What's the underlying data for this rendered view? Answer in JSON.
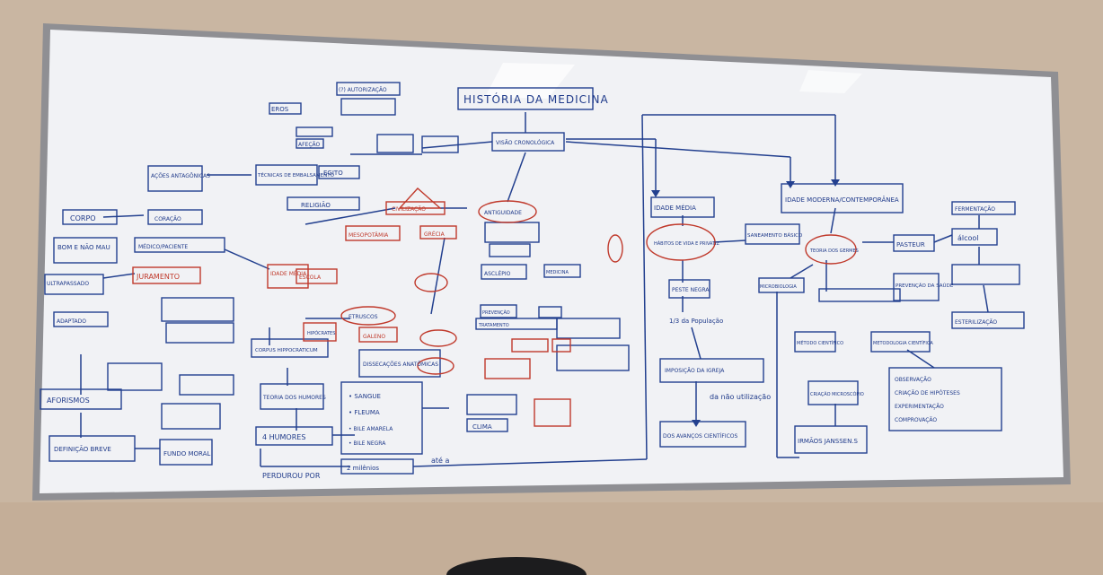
{
  "board": {
    "title": "HISTÓRIA DA MEDICINA",
    "left_nodes": {
      "eros": "EROS",
      "autorizacao": "(?) AUTORIZAÇÃO",
      "afecao": "AFEÇÃO",
      "visao": "VISÃO CRONOLÓGICA",
      "acoes_antagonicas": "AÇÕES ANTAGÔNICAS",
      "tecnicas": "TÉCNICAS DE EMBALSAMENTO",
      "egito": "EGITO",
      "religiao": "RELIGIÃO",
      "corpo": "CORPO",
      "coracao": "CORAÇÃO",
      "civilizacao": "CIVILIZAÇÃO",
      "antiguidade": "ANTIGUIDADE",
      "bom_mau": "BOM E NÃO MAU",
      "medico_paciente": "MÉDICO/PACIENTE",
      "mesopotamia": "MESOPOTÂMIA",
      "grecia": "GRÉCIA",
      "ultrapassado": "ULTRAPASSADO",
      "juramento": "JURAMENTO",
      "idade_media_red": "IDADE MÉDIA",
      "escola": "ESCOLA",
      "hipocrates": "HIPÓCRATES",
      "etruscos": "ETRUSCOS",
      "corpus": "CORPUS HIPPOCRATICUM",
      "galeno": "GALENO",
      "aforismos": "AFORISMOS",
      "definicao": "DEFINIÇÃO BREVE",
      "fundo_moral": "FUNDO MORAL",
      "teoria_humores": "TEORIA DOS HUMORES",
      "quatro_humores": "4 HUMORES",
      "sangue": "• SANGUE",
      "fleuma": "• FLEUMA",
      "bile_amarela": "• BILE AMARELA",
      "bile_negra": "• BILE NEGRA",
      "clima": "CLIMA",
      "adaptado": "ADAPTADO",
      "dissecacoes": "DISSECAÇÕES ANATÔMICAS",
      "perdurou": "PERDUROU POR",
      "milenios": "2 milênios",
      "ate_a": "até a",
      "asclepio": "ASCLÉPIO",
      "medicina": "MEDICINA",
      "prevencao": "PREVENÇÃO",
      "tratamento": "TRATAMENTO"
    },
    "right_nodes": {
      "idade_media": "IDADE MÉDIA",
      "idade_moderna": "IDADE MODERNA/CONTEMPORÂNEA",
      "habitos": "HÁBITOS DE VIDA E PRIVATIZ",
      "saneamento": "SANEAMENTO BÁSICO",
      "teoria_germes": "TEORIA DOS GERMES",
      "pasteur": "PASTEUR",
      "fermentacao": "FERMENTAÇÃO",
      "alcool": "álcool",
      "esterilizacao": "ESTERILIZAÇÃO",
      "peste_negra": "PESTE NEGRA",
      "pop": "1/3 da População",
      "microbiologia": "MICROBIOLOGIA",
      "prevencao_saude": "PREVENÇÃO DA SAÚDE",
      "imposicao": "IMPOSIÇÃO DA IGREJA",
      "da_nao": "da não utilização",
      "avancos": "DOS AVANÇOS CIENTÍFICOS",
      "metodo_cientifico": "MÉTODO CIENTÍFICO",
      "metodologia": "METODOLOGIA CIENTÍFICA",
      "microscopio": "CRIAÇÃO MICROSCÓPIO",
      "irmaos": "IRMÃOS JANSSEN.S",
      "observacao": "OBSERVAÇÃO",
      "hipoteses": "CRIAÇÃO DE HIPÓTESES",
      "experimentacao": "EXPERIMENTAÇÃO",
      "comprovacao": "COMPROVAÇÃO"
    }
  }
}
